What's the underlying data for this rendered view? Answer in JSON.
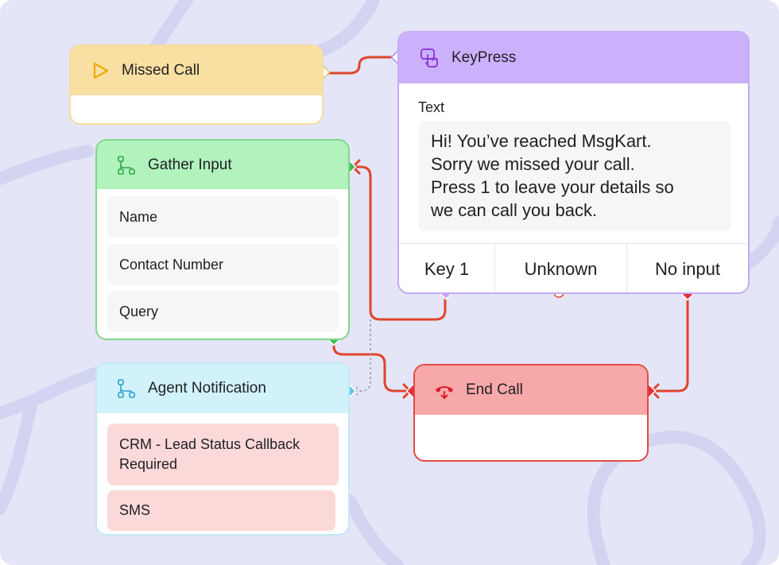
{
  "colors": {
    "background": "#e4e5f6",
    "connector": "#e0452e",
    "missed_call": "#f9e0a2",
    "keypress": "#cbb0fb",
    "gather_input": "#b1f2bd",
    "agent_notification": "#d1f2fb",
    "end_call": "#f7a8a9"
  },
  "missed_call": {
    "title": "Missed Call",
    "icon": "play-triangle-icon"
  },
  "keypress": {
    "title": "KeyPress",
    "icon": "finger-press-icon",
    "text_label": "Text",
    "message_lines": [
      "Hi! You’ve reached MsgKart.",
      "Sorry we missed your call.",
      "Press 1 to leave your details so",
      "we can call you back."
    ],
    "options": [
      "Key 1",
      "Unknown",
      "No input"
    ]
  },
  "gather_input": {
    "title": "Gather Input",
    "icon": "branch-icon",
    "fields": [
      "Name",
      "Contact Number",
      "Query"
    ]
  },
  "agent_notification": {
    "title": "Agent Notification",
    "icon": "branch-icon",
    "items": [
      "CRM - Lead Status Callback Required",
      "SMS"
    ]
  },
  "end_call": {
    "title": "End Call",
    "icon": "hang-up-phone-icon"
  }
}
